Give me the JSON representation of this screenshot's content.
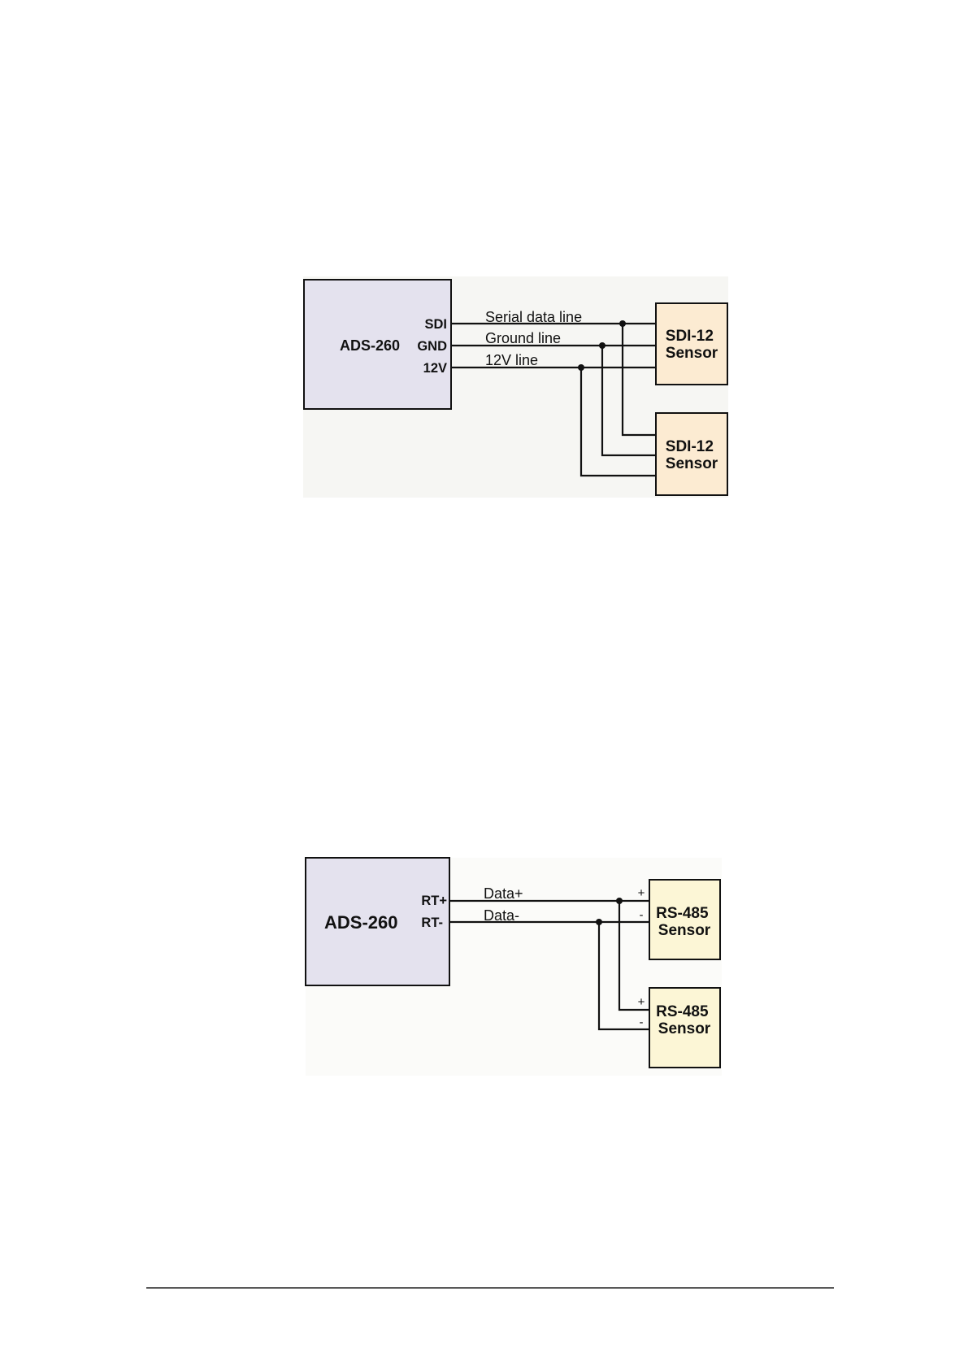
{
  "sdi_diagram": {
    "logger": {
      "name": "ADS-260",
      "pins": [
        "SDI",
        "GND",
        "12V"
      ]
    },
    "lines": [
      "Serial data line",
      "Ground line",
      "12V line"
    ],
    "sensors": [
      "SDI-12\nSensor",
      "SDI-12\nSensor"
    ]
  },
  "rs485_diagram": {
    "logger": {
      "name": "ADS-260",
      "pins": [
        "RT+",
        "RT-"
      ]
    },
    "lines": [
      "Data+",
      "Data-"
    ],
    "sensor_terminals": [
      "+",
      "-"
    ],
    "sensors": [
      "RS-485\nSensor",
      "RS-485\nSensor"
    ]
  },
  "colors": {
    "logger_fill": "#e4e2ee",
    "sdi_sensor_fill": "#fcebd2",
    "rs485_sensor_fill": "#fcf6d6",
    "panel_bg": "#f6f6f3"
  }
}
